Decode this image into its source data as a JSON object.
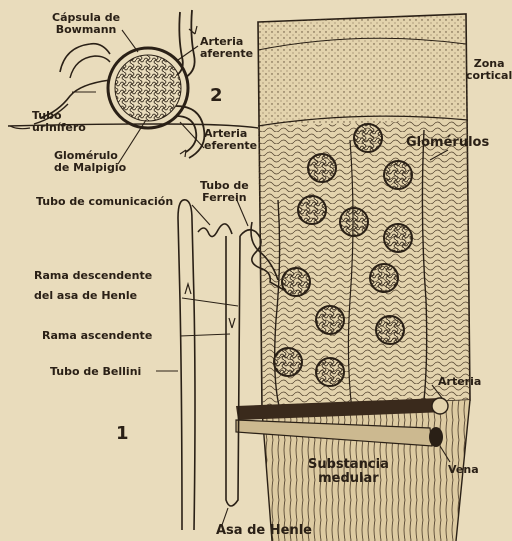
{
  "labels": {
    "capsula": [
      "Cápsula de",
      "Bowmann"
    ],
    "arteria_aferente": [
      "Arteria",
      "aferente"
    ],
    "tubo_urinifero": [
      "Tubo",
      "urinífero"
    ],
    "numero_2": "2",
    "arteria_eferente": [
      "Arteria",
      "eferente"
    ],
    "glomerulo_malpigio": [
      "Glomérulo",
      "de Malpigio"
    ],
    "zona_cortical": [
      "Zona",
      "cortical"
    ],
    "glomerulos": "Glomérulos",
    "tubo_comunicacion": "Tubo de comunicación",
    "tubo_ferrein": [
      "Tubo de",
      "Ferrein"
    ],
    "rama_descendente": [
      "Rama descendente",
      "del asa de Henle"
    ],
    "rama_ascendente": "Rama ascendente",
    "tubo_bellini": "Tubo de Bellini",
    "numero_1": "1",
    "arteria": "Arteria",
    "sustancia_medular": [
      "Substancia",
      "medular"
    ],
    "vena": "Vena",
    "asa_henle": "Asa de Henle"
  },
  "colors": {
    "paper": "#e9dcbc",
    "ink": "#2a2016",
    "vessel": "#3a2a1c"
  }
}
